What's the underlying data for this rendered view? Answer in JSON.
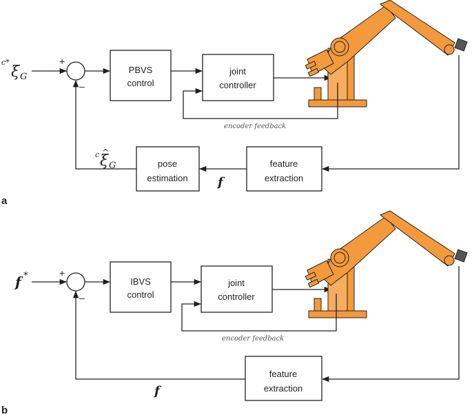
{
  "panel_a": {
    "label": "a",
    "input_symbol": "ξ",
    "input_superscript": "c*",
    "input_subscript": "G",
    "plus": "+",
    "minus": "–",
    "control_line1": "PBVS",
    "control_line2": "control",
    "joint_line1": "joint",
    "joint_line2": "controller",
    "encoder": "encoder feedback",
    "pose_line1": "pose",
    "pose_line2": "estimation",
    "feature_line1": "feature",
    "feature_line2": "extraction",
    "f_label": "f",
    "estimate_symbol": "ξ",
    "estimate_superscript": "c",
    "estimate_hat": "^",
    "estimate_subscript": "G"
  },
  "panel_b": {
    "label": "b",
    "input_symbol": "f",
    "input_superscript": "*",
    "plus": "+",
    "minus": "–",
    "control_line1": "IBVS",
    "control_line2": "control",
    "joint_line1": "joint",
    "joint_line2": "controller",
    "encoder": "encoder feedback",
    "feature_line1": "feature",
    "feature_line2": "extraction",
    "f_label": "f"
  },
  "colors": {
    "robot": "#f39a3d",
    "line": "#231f20",
    "camera": "#555555"
  }
}
